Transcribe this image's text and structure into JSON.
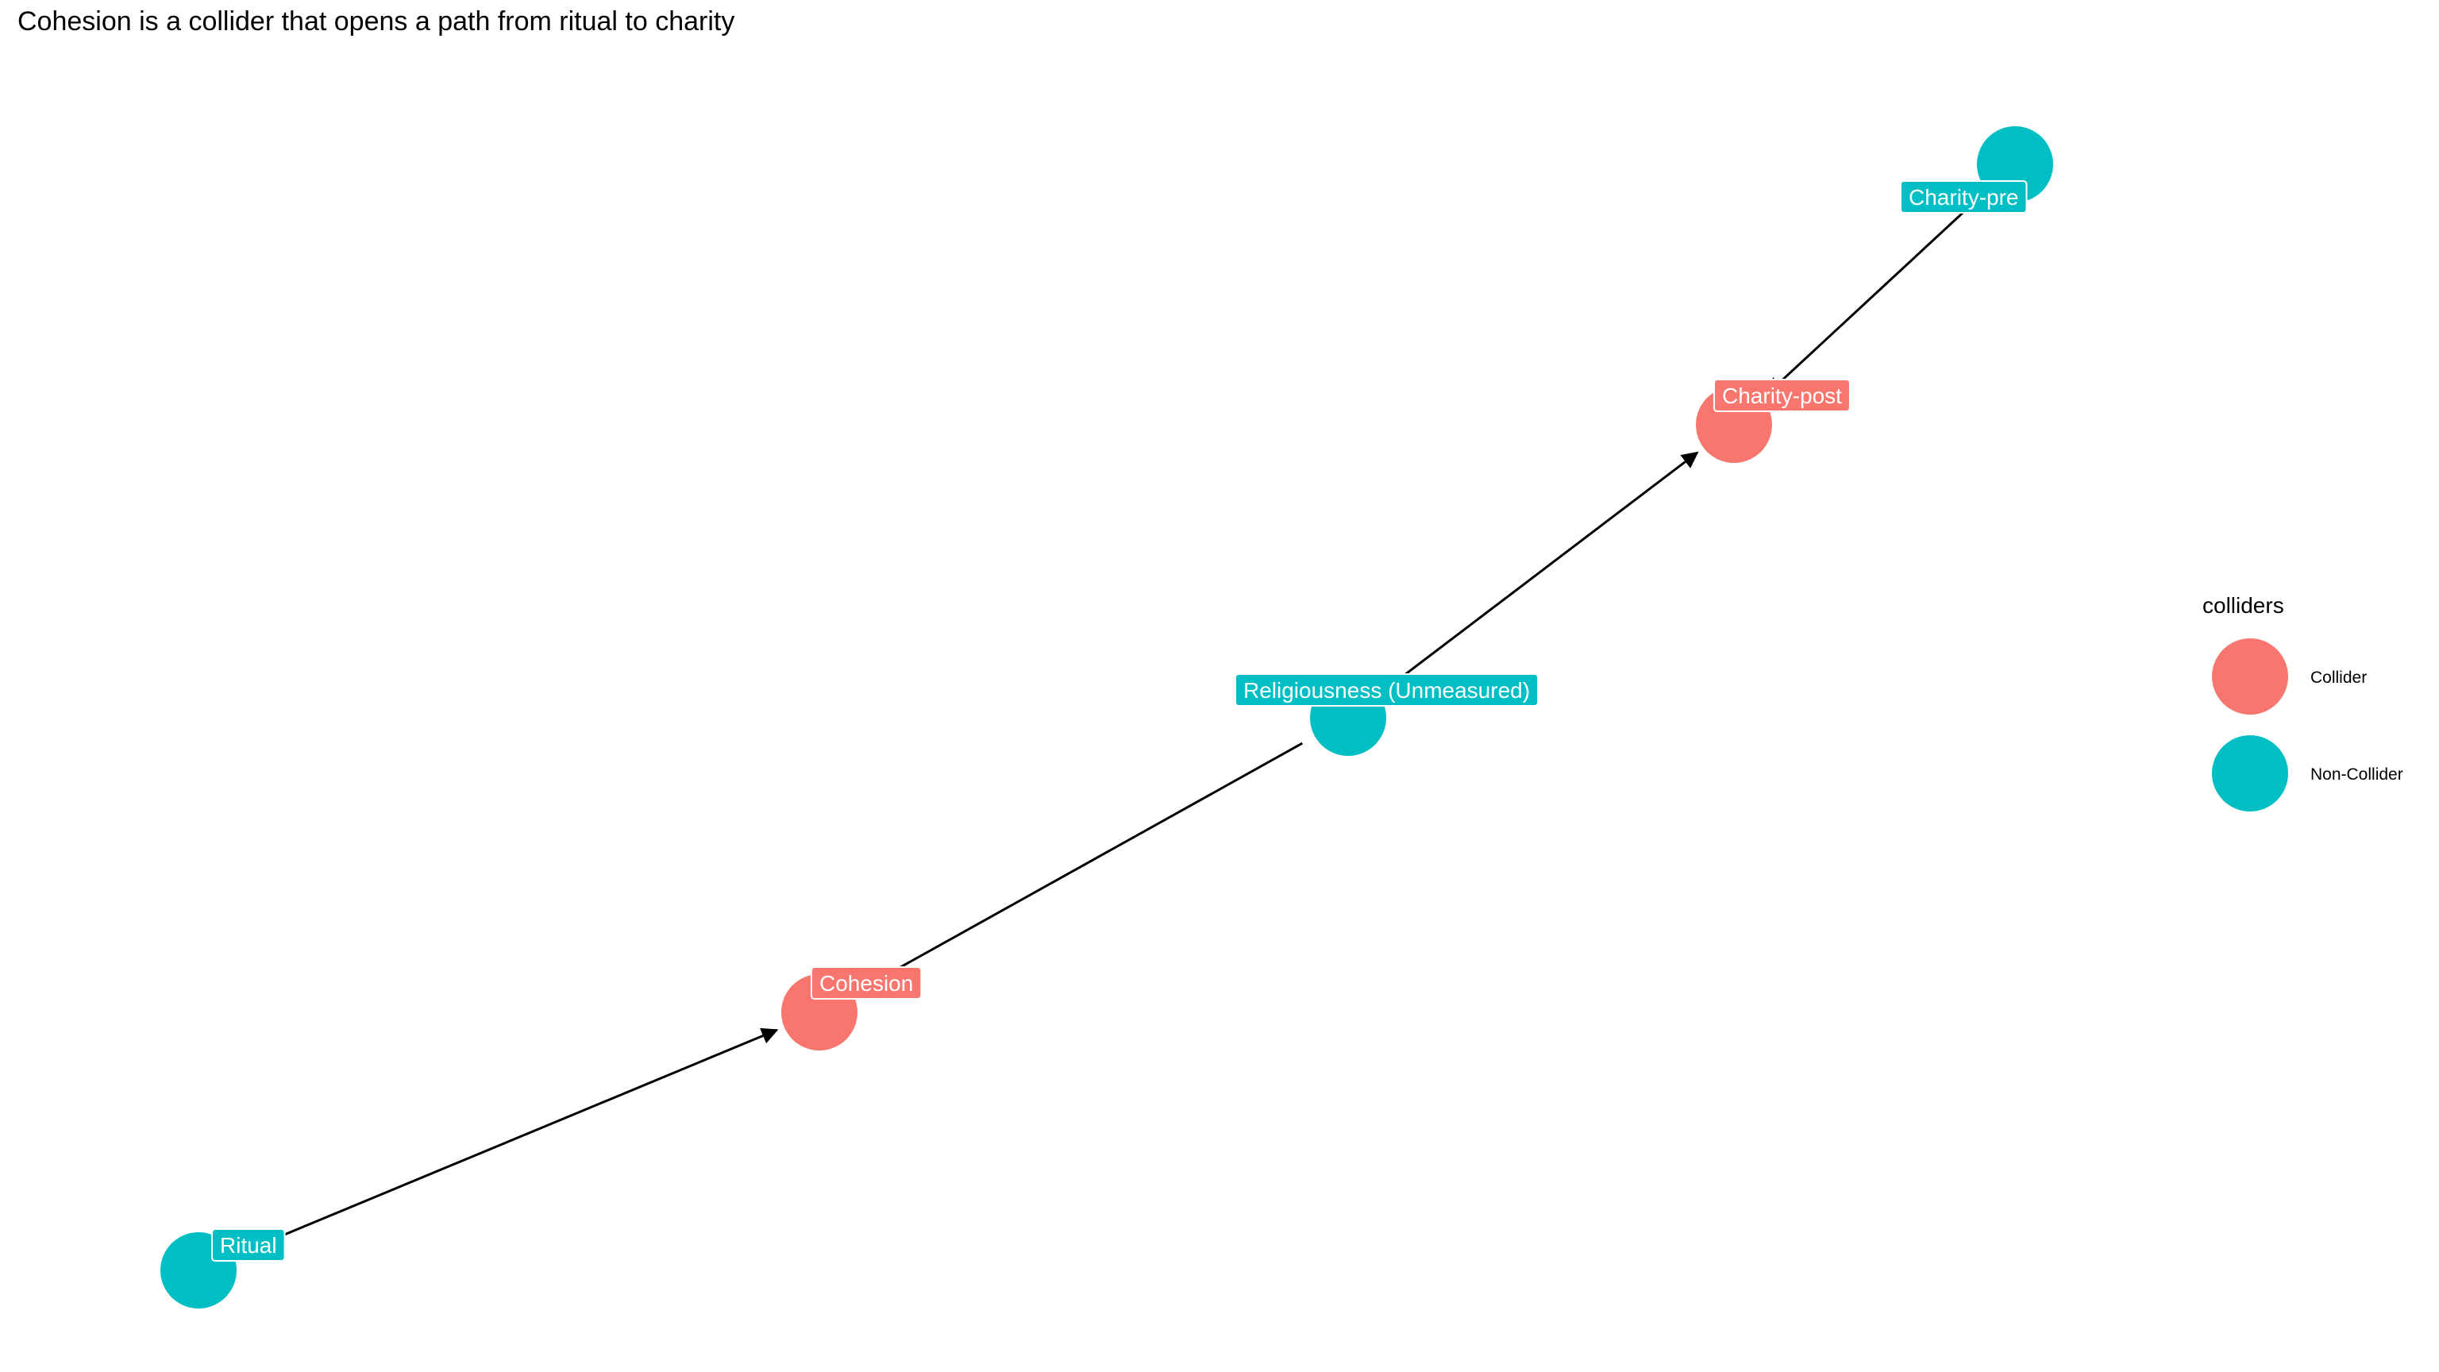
{
  "title": "Cohesion is a collider that opens a path from ritual to charity",
  "colors": {
    "collider": "#F8766D",
    "non_collider": "#00BFC4",
    "edge": "#000000"
  },
  "nodes": [
    {
      "id": "ritual",
      "label": "Ritual",
      "type": "non_collider"
    },
    {
      "id": "cohesion",
      "label": "Cohesion",
      "type": "collider"
    },
    {
      "id": "religiousness",
      "label": "Religiousness (Unmeasured)",
      "type": "non_collider"
    },
    {
      "id": "charity_post",
      "label": "Charity-post",
      "type": "collider"
    },
    {
      "id": "charity_pre",
      "label": "Charity-pre",
      "type": "non_collider"
    }
  ],
  "edges": [
    {
      "from": "ritual",
      "to": "cohesion"
    },
    {
      "from": "religiousness",
      "to": "cohesion"
    },
    {
      "from": "religiousness",
      "to": "charity_post"
    },
    {
      "from": "charity_pre",
      "to": "charity_post"
    }
  ],
  "legend": {
    "title": "colliders",
    "items": [
      {
        "label": "Collider",
        "type": "collider"
      },
      {
        "label": "Non-Collider",
        "type": "non_collider"
      }
    ]
  }
}
